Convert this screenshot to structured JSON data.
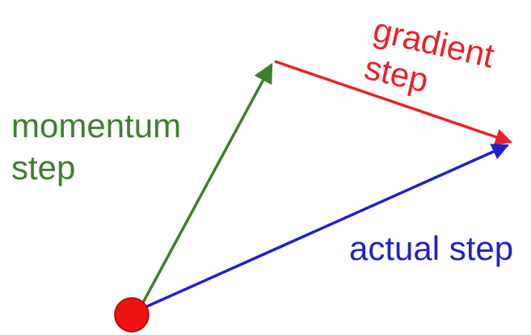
{
  "labels": {
    "momentum_line1": "momentum",
    "momentum_line2": "step",
    "gradient_line1": "gradient",
    "gradient_line2": "step",
    "actual": "actual step"
  },
  "colors": {
    "momentum": "#3f7f2f",
    "gradient": "#e8222a",
    "actual": "#1f22c8",
    "origin_point": "#ee1111"
  }
}
